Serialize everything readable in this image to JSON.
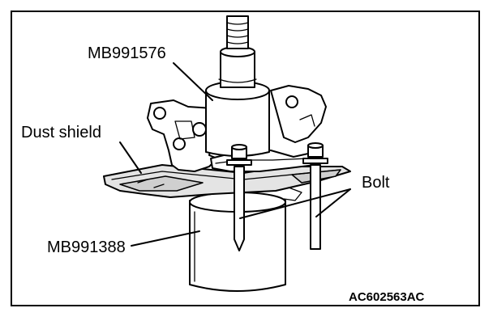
{
  "labels": {
    "tool_top": "MB991576",
    "dust_shield": "Dust shield",
    "tool_bottom": "MB991388",
    "bolt": "Bolt"
  },
  "figure_code": "AC602563AC"
}
